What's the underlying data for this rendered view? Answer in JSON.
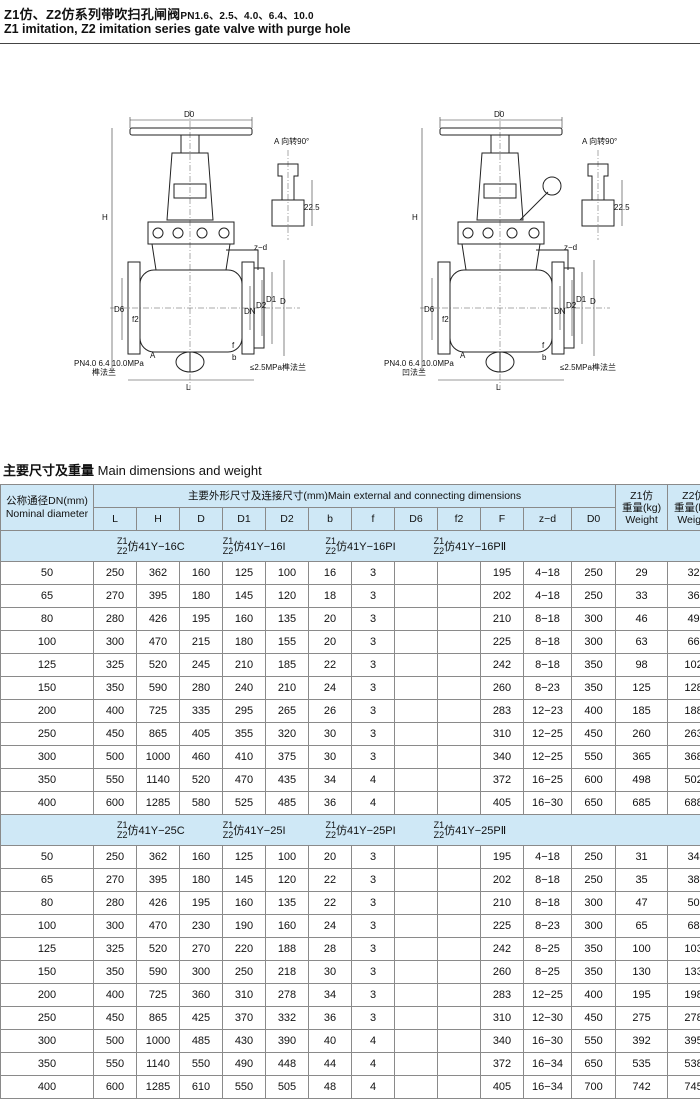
{
  "header": {
    "title_cn": "Z1仿、Z2仿系列带吹扫孔闸阀",
    "title_pn": "PN1.6、2.5、4.0、6.4、10.0",
    "title_en": "Z1 imitation, Z2 imitation series gate valve with purge hole"
  },
  "drawing": {
    "labels": {
      "d0": "D0",
      "h": "H",
      "a_dir": "A 向转90°",
      "dim_225": "22.5",
      "zd": "z−d",
      "d6": "D6",
      "f2": "f2",
      "dn": "DN",
      "d2": "D2",
      "d1": "D1",
      "d": "D",
      "f": "f",
      "b": "b",
      "a": "A",
      "l": "L",
      "pn_high": "PN4.0 6.4 10.0MPa",
      "flange_left": "榫法兰",
      "pn_low": "≤2.5MPa榫法兰",
      "flange_left_2": "凹法兰"
    }
  },
  "section": {
    "title_cn": "主要尺寸及重量",
    "title_en": "Main dimensions and weight"
  },
  "table": {
    "head_dn_cn": "公称通径DN(mm)",
    "head_dn_en": "Nominal diameter",
    "head_main": "主要外形尺寸及连接尺寸(mm)Main external and connecting dimensions",
    "head_z1": "Z1仿\n重量(kg)\nWeight",
    "head_z1_l1": "Z1仿",
    "head_z1_l2": "重量(kg)",
    "head_z1_l3": "Weight",
    "head_z2_l1": "Z2仿",
    "head_z2_l2": "重量(kg)",
    "head_z2_l3": "Weight",
    "cols": [
      "L",
      "H",
      "D",
      "D1",
      "D2",
      "b",
      "f",
      "D6",
      "f2",
      "F",
      "z−d",
      "D0"
    ],
    "groups": [
      {
        "models": [
          {
            "z1": "Z1",
            "z2": "Z2",
            "suffix": "仿41Y−16C"
          },
          {
            "z1": "Z1",
            "z2": "Z2",
            "suffix": "仿41Y−16I"
          },
          {
            "z1": "Z1",
            "z2": "Z2",
            "suffix": "仿41Y−16PI"
          },
          {
            "z1": "Z1",
            "z2": "Z2",
            "suffix": "仿41Y−16PⅡ"
          }
        ],
        "rows": [
          [
            "50",
            "250",
            "362",
            "160",
            "125",
            "100",
            "16",
            "3",
            "",
            "",
            "195",
            "4−18",
            "250",
            "29",
            "32"
          ],
          [
            "65",
            "270",
            "395",
            "180",
            "145",
            "120",
            "18",
            "3",
            "",
            "",
            "202",
            "4−18",
            "250",
            "33",
            "36"
          ],
          [
            "80",
            "280",
            "426",
            "195",
            "160",
            "135",
            "20",
            "3",
            "",
            "",
            "210",
            "8−18",
            "300",
            "46",
            "49"
          ],
          [
            "100",
            "300",
            "470",
            "215",
            "180",
            "155",
            "20",
            "3",
            "",
            "",
            "225",
            "8−18",
            "300",
            "63",
            "66"
          ],
          [
            "125",
            "325",
            "520",
            "245",
            "210",
            "185",
            "22",
            "3",
            "",
            "",
            "242",
            "8−18",
            "350",
            "98",
            "102"
          ],
          [
            "150",
            "350",
            "590",
            "280",
            "240",
            "210",
            "24",
            "3",
            "",
            "",
            "260",
            "8−23",
            "350",
            "125",
            "128"
          ],
          [
            "200",
            "400",
            "725",
            "335",
            "295",
            "265",
            "26",
            "3",
            "",
            "",
            "283",
            "12−23",
            "400",
            "185",
            "188"
          ],
          [
            "250",
            "450",
            "865",
            "405",
            "355",
            "320",
            "30",
            "3",
            "",
            "",
            "310",
            "12−25",
            "450",
            "260",
            "263"
          ],
          [
            "300",
            "500",
            "1000",
            "460",
            "410",
            "375",
            "30",
            "3",
            "",
            "",
            "340",
            "12−25",
            "550",
            "365",
            "368"
          ],
          [
            "350",
            "550",
            "1140",
            "520",
            "470",
            "435",
            "34",
            "4",
            "",
            "",
            "372",
            "16−25",
            "600",
            "498",
            "502"
          ],
          [
            "400",
            "600",
            "1285",
            "580",
            "525",
            "485",
            "36",
            "4",
            "",
            "",
            "405",
            "16−30",
            "650",
            "685",
            "688"
          ]
        ]
      },
      {
        "models": [
          {
            "z1": "Z1",
            "z2": "Z2",
            "suffix": "仿41Y−25C"
          },
          {
            "z1": "Z1",
            "z2": "Z2",
            "suffix": "仿41Y−25I"
          },
          {
            "z1": "Z1",
            "z2": "Z2",
            "suffix": "仿41Y−25PI"
          },
          {
            "z1": "Z1",
            "z2": "Z2",
            "suffix": "仿41Y−25PⅡ"
          }
        ],
        "rows": [
          [
            "50",
            "250",
            "362",
            "160",
            "125",
            "100",
            "20",
            "3",
            "",
            "",
            "195",
            "4−18",
            "250",
            "31",
            "34"
          ],
          [
            "65",
            "270",
            "395",
            "180",
            "145",
            "120",
            "22",
            "3",
            "",
            "",
            "202",
            "8−18",
            "250",
            "35",
            "38"
          ],
          [
            "80",
            "280",
            "426",
            "195",
            "160",
            "135",
            "22",
            "3",
            "",
            "",
            "210",
            "8−18",
            "300",
            "47",
            "50"
          ],
          [
            "100",
            "300",
            "470",
            "230",
            "190",
            "160",
            "24",
            "3",
            "",
            "",
            "225",
            "8−23",
            "300",
            "65",
            "68"
          ],
          [
            "125",
            "325",
            "520",
            "270",
            "220",
            "188",
            "28",
            "3",
            "",
            "",
            "242",
            "8−25",
            "350",
            "100",
            "103"
          ],
          [
            "150",
            "350",
            "590",
            "300",
            "250",
            "218",
            "30",
            "3",
            "",
            "",
            "260",
            "8−25",
            "350",
            "130",
            "133"
          ],
          [
            "200",
            "400",
            "725",
            "360",
            "310",
            "278",
            "34",
            "3",
            "",
            "",
            "283",
            "12−25",
            "400",
            "195",
            "198"
          ],
          [
            "250",
            "450",
            "865",
            "425",
            "370",
            "332",
            "36",
            "3",
            "",
            "",
            "310",
            "12−30",
            "450",
            "275",
            "278"
          ],
          [
            "300",
            "500",
            "1000",
            "485",
            "430",
            "390",
            "40",
            "4",
            "",
            "",
            "340",
            "16−30",
            "550",
            "392",
            "395"
          ],
          [
            "350",
            "550",
            "1140",
            "550",
            "490",
            "448",
            "44",
            "4",
            "",
            "",
            "372",
            "16−34",
            "650",
            "535",
            "538"
          ],
          [
            "400",
            "600",
            "1285",
            "610",
            "550",
            "505",
            "48",
            "4",
            "",
            "",
            "405",
            "16−34",
            "700",
            "742",
            "745"
          ]
        ]
      }
    ]
  }
}
